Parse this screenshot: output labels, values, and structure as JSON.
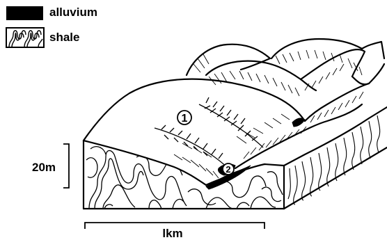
{
  "legend": {
    "items": [
      {
        "label": "alluvium",
        "pattern": "solid-black"
      },
      {
        "label": "shale",
        "pattern": "folded-wavy-lines"
      }
    ]
  },
  "scale": {
    "vertical_label": "20m",
    "horizontal_label": "lkm"
  },
  "markers": [
    {
      "label": "1"
    },
    {
      "label": "2"
    }
  ],
  "colors": {
    "ink": "#000000",
    "paper": "#ffffff"
  }
}
